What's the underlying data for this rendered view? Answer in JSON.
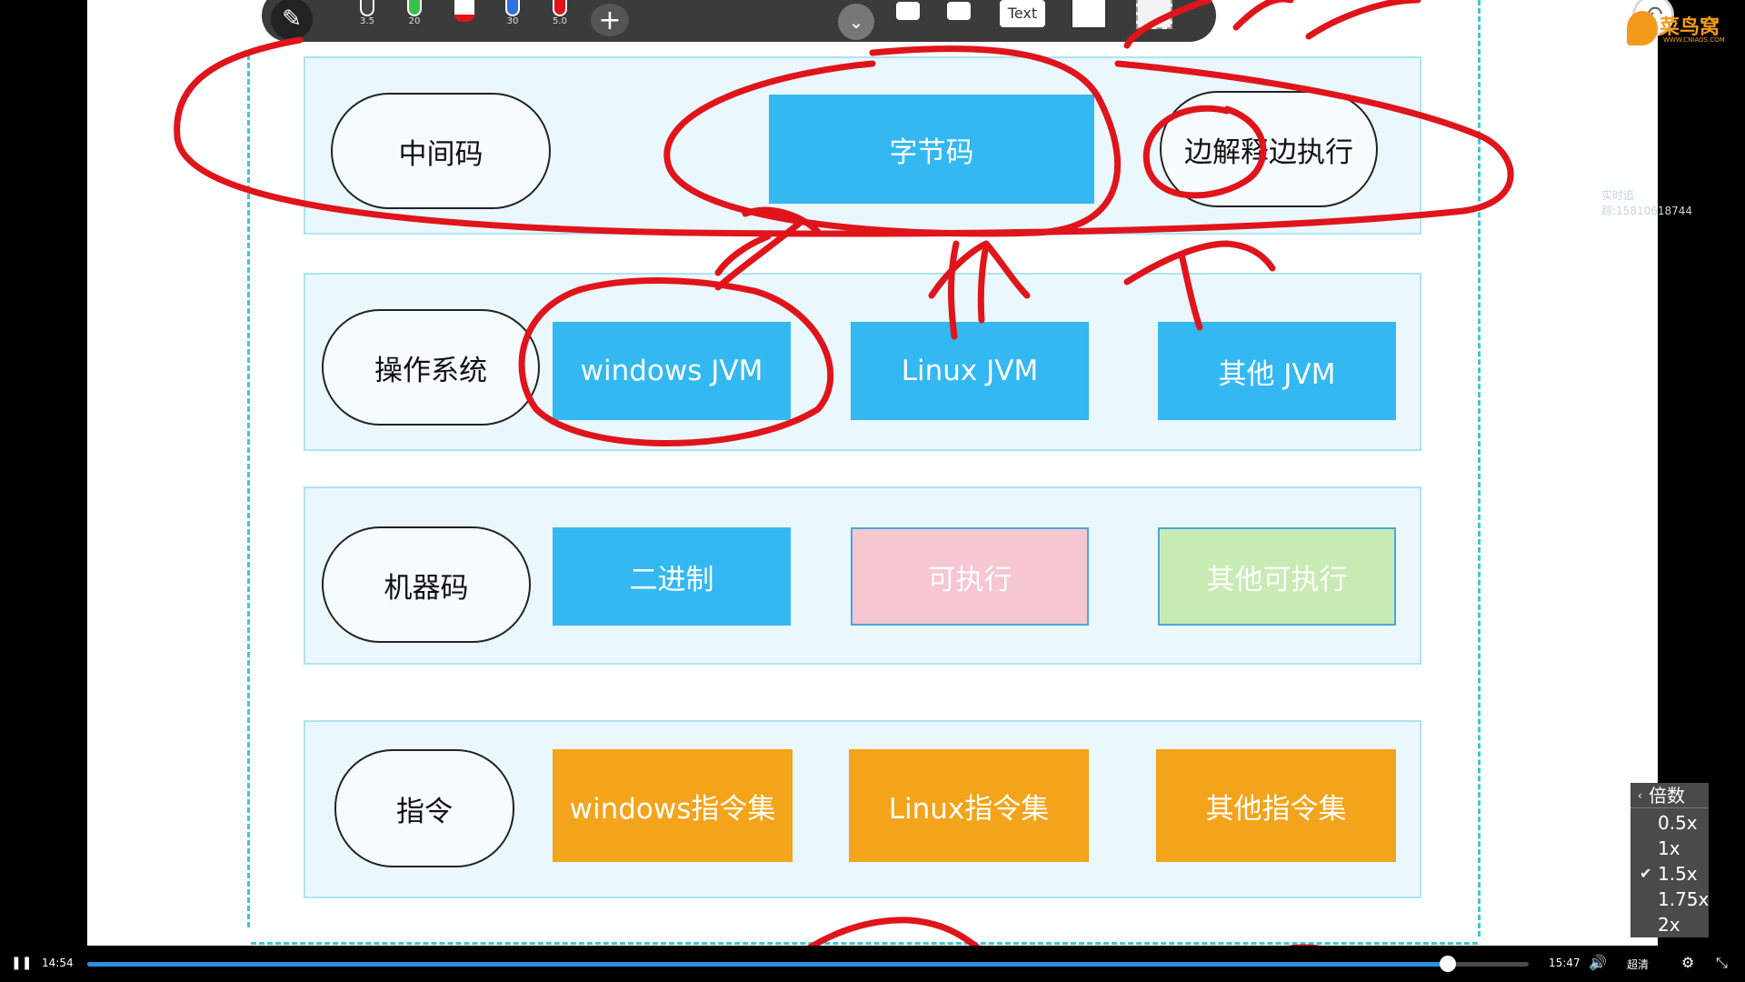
{
  "toolbar": {
    "pen_sizes": [
      "3.5",
      "20",
      "",
      "30",
      "5.0"
    ],
    "text_tool_label": "Text",
    "add_label": "+",
    "collapse_label": "⌄"
  },
  "diagram": {
    "rows": [
      {
        "label": "中间码",
        "boxes": [
          {
            "text": "字节码",
            "color": "#33b8f2"
          },
          {
            "text": "边解释边执行",
            "style": "pill"
          }
        ]
      },
      {
        "label": "操作系统",
        "boxes": [
          {
            "text": "windows JVM",
            "color": "#33b8f2"
          },
          {
            "text": "Linux JVM",
            "color": "#33b8f2"
          },
          {
            "text": "其他 JVM",
            "color": "#33b8f2"
          }
        ]
      },
      {
        "label": "机器码",
        "boxes": [
          {
            "text": "二进制",
            "color": "#33b8f2"
          },
          {
            "text": "可执行",
            "color": "#f6c6d1"
          },
          {
            "text": "其他可执行",
            "color": "#c8ebb4"
          }
        ]
      },
      {
        "label": "指令",
        "boxes": [
          {
            "text": "windows指令集",
            "color": "#f3a41b"
          },
          {
            "text": "Linux指令集",
            "color": "#f3a41b"
          },
          {
            "text": "其他指令集",
            "color": "#f3a41b"
          }
        ]
      }
    ],
    "watermark": "实时追踪:15810618744"
  },
  "brand": {
    "logo_text": "菜鸟窝",
    "logo_sub": "WWW.CNIAOS.COM"
  },
  "speed_menu": {
    "title": "倍数",
    "options": [
      "0.5x",
      "1x",
      "1.5x",
      "1.75x",
      "2x"
    ],
    "selected": "1.5x"
  },
  "player": {
    "current_time": "14:54",
    "duration": "15:47",
    "progress": 0.944,
    "quality_label": "超清",
    "play_state": "playing"
  },
  "colors": {
    "accent_blue": "#33b8f2",
    "ink_red": "#e0141b",
    "progress_blue": "#2d8fe0"
  }
}
